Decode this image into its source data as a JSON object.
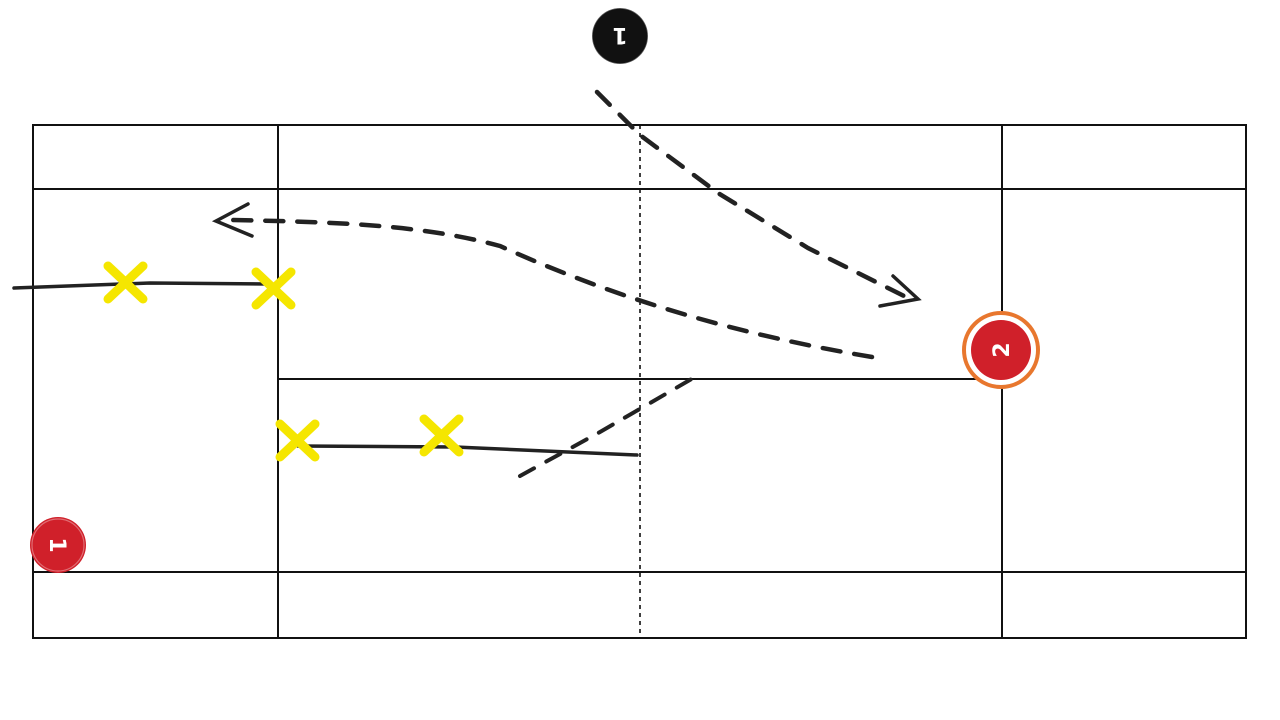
{
  "colors": {
    "background": "#ffffff",
    "court_lines": "#111111",
    "net_line": "#111111",
    "path_dashes": "#222222",
    "cone_marker": "#f5e600",
    "player_red": "#d0202a",
    "player_black": "#111111",
    "highlight_ring": "#e8772e"
  },
  "players": [
    {
      "id": "black-player",
      "label": "1",
      "color": "player_black",
      "icon": "player-token-icon"
    },
    {
      "id": "red-player-1",
      "label": "1",
      "color": "player_red",
      "icon": "player-token-icon"
    },
    {
      "id": "red-player-2",
      "label": "2",
      "color": "player_red",
      "icon": "player-token-icon",
      "highlighted": true
    }
  ],
  "markers": {
    "icon": "x-mark-icon",
    "count": 4
  }
}
